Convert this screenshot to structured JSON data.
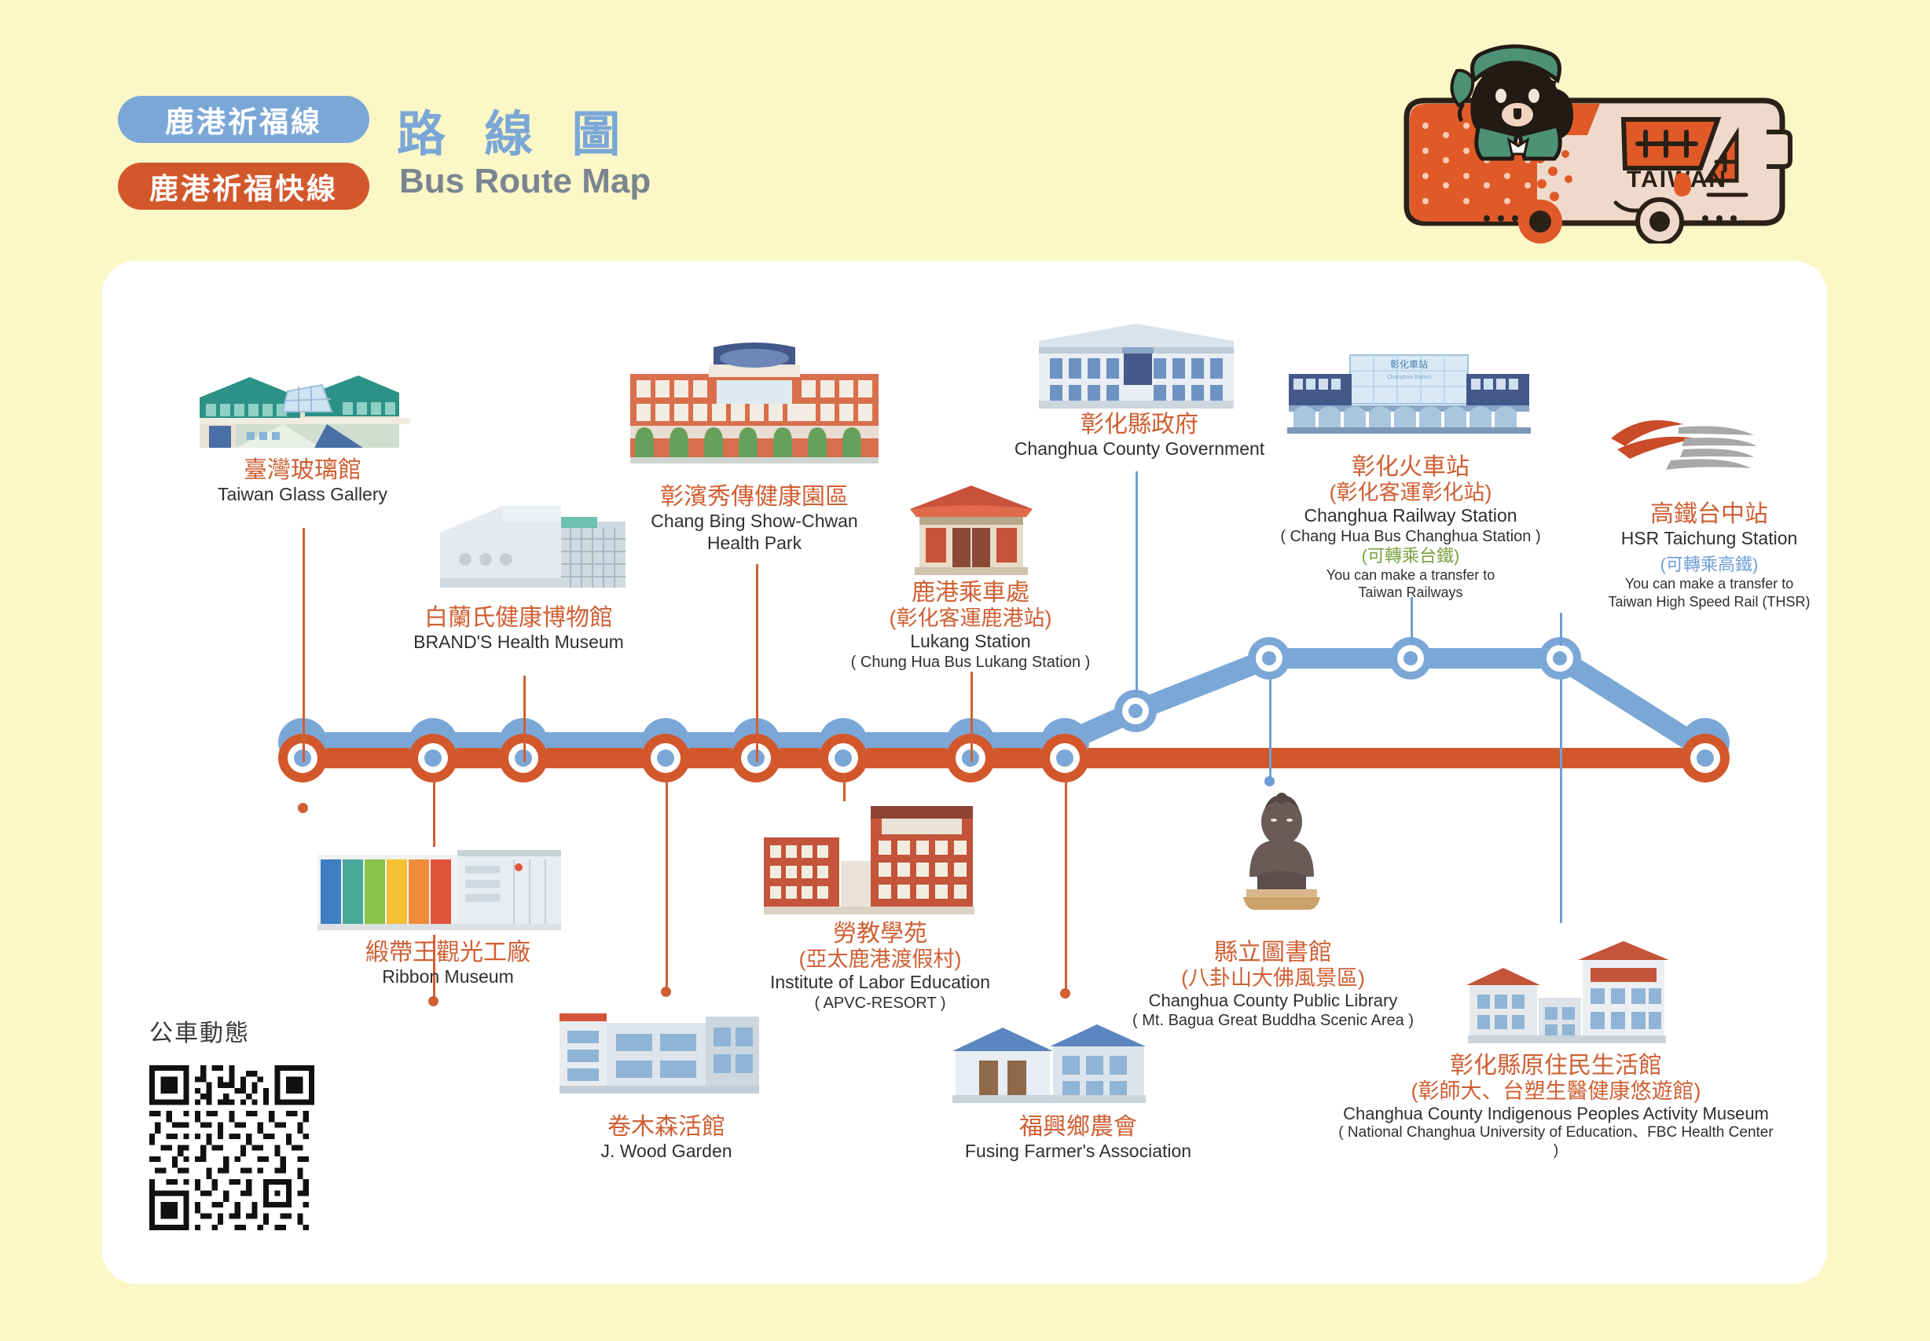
{
  "header": {
    "badge_local": "鹿港祈福線",
    "badge_express": "鹿港祈福快線",
    "title_zh": "路 線 圖",
    "title_en": "Bus Route Map",
    "mascot_bus_text": "TAIWAN"
  },
  "colors": {
    "background": "#fbf7c7",
    "card": "#ffffff",
    "local_line_blue": "#7ba7d7",
    "express_line_orange": "#d2582c",
    "label_zh_orange": "#cf5f33",
    "label_en_dark": "#2f2f2f",
    "transfer_green": "#7ba23f",
    "transfer_blue": "#6f9ed6",
    "title_blue": "#7ba7d7",
    "title_grey": "#7b8590"
  },
  "qr": {
    "caption": "公車動態"
  },
  "stops_above": [
    {
      "id": "taiwan-glass-gallery",
      "zh": "臺灣玻璃館",
      "en": "Taiwan Glass Gallery",
      "icon": "glass-gallery-building-icon"
    },
    {
      "id": "brands-health-museum",
      "zh": "白蘭氏健康博物館",
      "en": "BRAND'S Health Museum",
      "icon": "brands-museum-building-icon"
    },
    {
      "id": "chang-bing-show-chwan",
      "zh": "彰濱秀傳健康園區",
      "en_line1": "Chang Bing Show-Chwan",
      "en_line2": "Health Park",
      "icon": "hospital-building-icon"
    },
    {
      "id": "lukang-station",
      "zh": "鹿港乘車處",
      "zh_sub": "(彰化客運鹿港站)",
      "en": "Lukang Station",
      "en_sub": "( Chung Hua Bus Lukang Station )",
      "icon": "temple-building-icon"
    },
    {
      "id": "changhua-county-government",
      "zh": "彰化縣政府",
      "en": "Changhua County Government",
      "icon": "government-building-icon"
    },
    {
      "id": "changhua-railway-station",
      "zh": "彰化火車站",
      "zh_sub": "(彰化客運彰化站)",
      "en": "Changhua Railway Station",
      "en_sub": "( Chang Hua Bus Changhua Station )",
      "note_zh": "(可轉乘台鐵)",
      "note_en_line1": "You can make a transfer to",
      "note_en_line2": "Taiwan Railways",
      "icon": "railway-station-building-icon"
    },
    {
      "id": "hsr-taichung-station",
      "zh": "高鐵台中站",
      "en": "HSR Taichung Station",
      "note_zh": "(可轉乘高鐵)",
      "note_en_line1": "You can make a transfer to",
      "note_en_line2": "Taiwan High Speed Rail (THSR)",
      "icon": "hsr-logo-icon"
    }
  ],
  "stops_below": [
    {
      "id": "ribbon-museum",
      "zh": "緞帶王觀光工廠",
      "en": "Ribbon Museum",
      "icon": "ribbon-factory-building-icon"
    },
    {
      "id": "j-wood-garden",
      "zh": "卷木森活館",
      "en": "J. Wood Garden",
      "icon": "wood-garden-building-icon"
    },
    {
      "id": "institute-of-labor-education",
      "zh": "勞教學苑",
      "zh_sub": "(亞太鹿港渡假村)",
      "en": "Institute of Labor Education",
      "en_sub": "( APVC-RESORT )",
      "icon": "resort-building-icon"
    },
    {
      "id": "fusing-farmers-association",
      "zh": "福興鄉農會",
      "en": "Fusing Farmer's Association",
      "icon": "farmers-association-building-icon"
    },
    {
      "id": "changhua-county-public-library",
      "zh": "縣立圖書館",
      "zh_sub": "(八卦山大佛風景區)",
      "en": "Changhua County Public Library",
      "en_sub": "( Mt. Bagua Great Buddha Scenic Area )",
      "icon": "great-buddha-statue-icon"
    },
    {
      "id": "changhua-indigenous-museum",
      "zh": "彰化縣原住民生活館",
      "zh_sub": "(彰師大、台塑生醫健康悠遊館)",
      "en": "Changhua County Indigenous Peoples Activity Museum",
      "en_sub": "( National Changhua University of Education、FBC Health Center )",
      "icon": "indigenous-museum-building-icon"
    }
  ],
  "route": {
    "orange_nodes": 10,
    "blue_branch_nodes": 4,
    "legend_local": "鹿港祈福線",
    "legend_express": "鹿港祈福快線"
  }
}
